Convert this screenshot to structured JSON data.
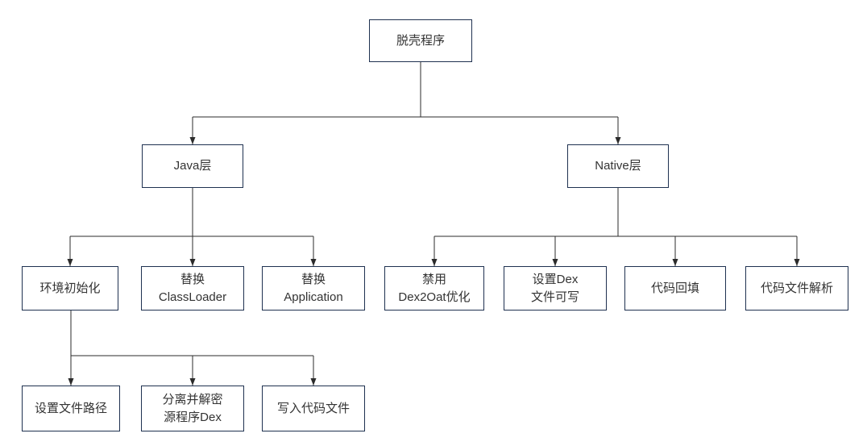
{
  "diagram": {
    "type": "flowchart-tree",
    "background": "#ffffff",
    "colors": {
      "node_border": "#1f3150",
      "node_fill": "#ffffff",
      "connector_line": "#2b2b2b",
      "text": "#333333"
    }
  },
  "nodes": [
    {
      "id": "root",
      "lines": [
        "脱壳程序"
      ]
    },
    {
      "id": "java",
      "lines": [
        "Java层"
      ]
    },
    {
      "id": "native",
      "lines": [
        "Native层"
      ]
    },
    {
      "id": "env",
      "lines": [
        "环境初始化"
      ]
    },
    {
      "id": "classloader",
      "lines": [
        "替换",
        "ClassLoader"
      ]
    },
    {
      "id": "application",
      "lines": [
        "替换",
        "Application"
      ]
    },
    {
      "id": "dex2oat",
      "lines": [
        "禁用",
        "Dex2Oat优化"
      ]
    },
    {
      "id": "dexwritable",
      "lines": [
        "设置Dex",
        "文件可写"
      ]
    },
    {
      "id": "backfill",
      "lines": [
        "代码回填"
      ]
    },
    {
      "id": "parse",
      "lines": [
        "代码文件解析"
      ]
    },
    {
      "id": "setpath",
      "lines": [
        "设置文件路径"
      ]
    },
    {
      "id": "decrypt",
      "lines": [
        "分离并解密",
        "源程序Dex"
      ]
    },
    {
      "id": "writefile",
      "lines": [
        "写入代码文件"
      ]
    }
  ],
  "edges": [
    {
      "from": "root",
      "to": "java"
    },
    {
      "from": "root",
      "to": "native"
    },
    {
      "from": "java",
      "to": "env"
    },
    {
      "from": "java",
      "to": "classloader"
    },
    {
      "from": "java",
      "to": "application"
    },
    {
      "from": "native",
      "to": "dex2oat"
    },
    {
      "from": "native",
      "to": "dexwritable"
    },
    {
      "from": "native",
      "to": "backfill"
    },
    {
      "from": "native",
      "to": "parse"
    },
    {
      "from": "env",
      "to": "setpath"
    },
    {
      "from": "env",
      "to": "decrypt"
    },
    {
      "from": "env",
      "to": "writefile"
    }
  ]
}
